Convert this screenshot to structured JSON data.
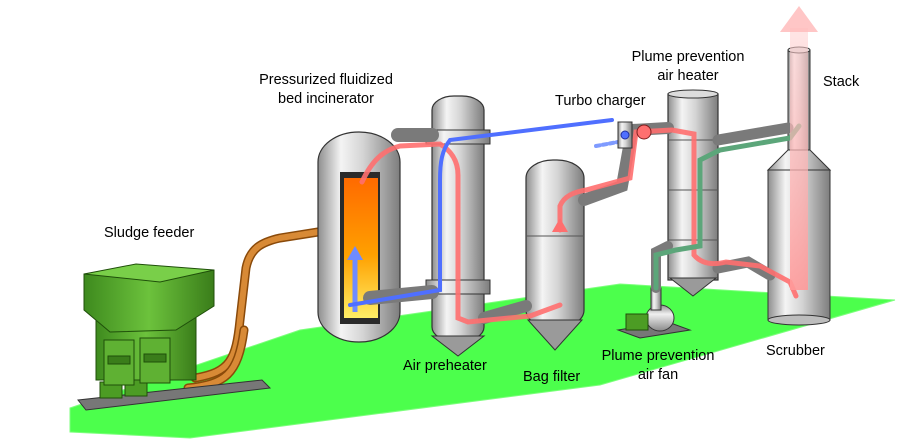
{
  "labels": {
    "sludge_feeder": "Sludge feeder",
    "incinerator": [
      "Pressurized fluidized",
      "bed incinerator"
    ],
    "air_preheater": "Air preheater",
    "bag_filter": "Bag filter",
    "turbo_charger": "Turbo charger",
    "plume_heater": [
      "Plume prevention",
      "air heater"
    ],
    "plume_fan": [
      "Plume prevention",
      "air fan"
    ],
    "stack": "Stack",
    "scrubber": "Scrubber"
  },
  "colors": {
    "ground": "#4cff4c",
    "vessel_metal": "#c8c8c8",
    "feeder_green": "#5fb133",
    "sludge_pipe": "#c8761e",
    "flue_gas_red": "#ff7070",
    "air_blue": "#4f6fff",
    "clean_gas_green": "#5ca67a",
    "exhaust_pink": "#ffb4b4",
    "flame_orange": "#ff7a00",
    "flame_yellow": "#ffe65a"
  }
}
